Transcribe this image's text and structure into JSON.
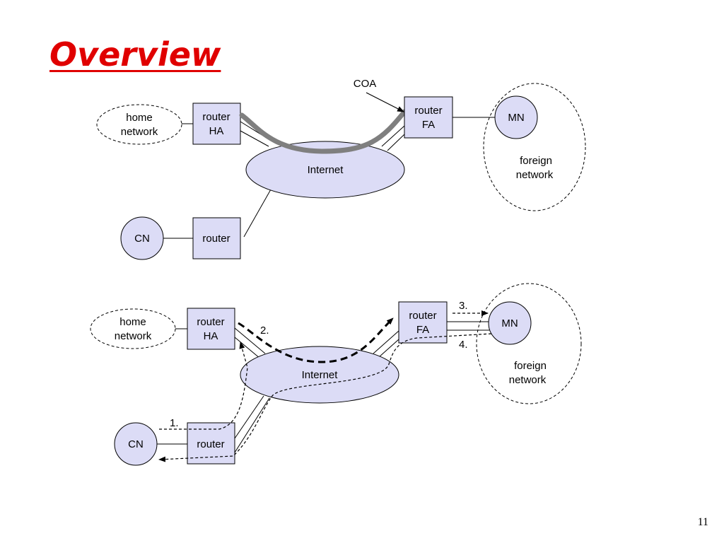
{
  "slide": {
    "title": "Overview",
    "page_number": "11"
  },
  "diagram_top": {
    "home_network": [
      "home",
      "network"
    ],
    "router_ha": [
      "router",
      "HA"
    ],
    "router_fa": [
      "router",
      "FA"
    ],
    "internet": "Internet",
    "cn": "CN",
    "router_cn": "router",
    "mn": "MN",
    "foreign_network": [
      "foreign",
      "network"
    ],
    "coa": "COA"
  },
  "diagram_bottom": {
    "home_network": [
      "home",
      "network"
    ],
    "router_ha": [
      "router",
      "HA"
    ],
    "router_fa": [
      "router",
      "FA"
    ],
    "internet": "Internet",
    "cn": "CN",
    "router_cn": "router",
    "mn": "MN",
    "foreign_network": [
      "foreign",
      "network"
    ],
    "step1": "1.",
    "step2": "2.",
    "step3": "3.",
    "step4": "4."
  },
  "colors": {
    "title": "#e00000",
    "node_fill": "#dcdcf6",
    "tunnel_top": "#7f7f7f"
  }
}
